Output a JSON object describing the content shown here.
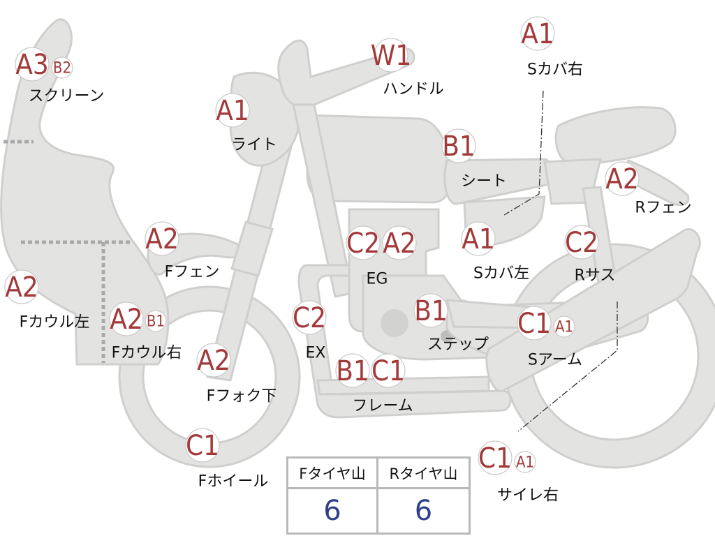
{
  "parts": [
    {
      "id": "screen",
      "label": "スクリーン",
      "badges": [
        "A3",
        "B2"
      ]
    },
    {
      "id": "light",
      "label": "ライト",
      "badges": [
        "A1"
      ]
    },
    {
      "id": "handle",
      "label": "ハンドル",
      "badges": [
        "W1"
      ]
    },
    {
      "id": "scover-right",
      "label": "Sカバ右",
      "badges": [
        "A1"
      ]
    },
    {
      "id": "seat",
      "label": "シート",
      "badges": [
        "B1"
      ]
    },
    {
      "id": "rfender",
      "label": "Rフェン",
      "badges": [
        "A2"
      ]
    },
    {
      "id": "ffender",
      "label": "Fフェン",
      "badges": [
        "A2"
      ]
    },
    {
      "id": "engine",
      "label": "EG",
      "badges": [
        "C2",
        "A2"
      ]
    },
    {
      "id": "scover-left",
      "label": "Sカバ左",
      "badges": [
        "A1"
      ]
    },
    {
      "id": "rsus",
      "label": "Rサス",
      "badges": [
        "C2"
      ]
    },
    {
      "id": "fcowl-left",
      "label": "Fカウル左",
      "badges": [
        "A2"
      ]
    },
    {
      "id": "fcowl-right",
      "label": "Fカウル右",
      "badges": [
        "A2",
        "B1"
      ]
    },
    {
      "id": "exhaust",
      "label": "EX",
      "badges": [
        "C2"
      ]
    },
    {
      "id": "step",
      "label": "ステップ",
      "badges": [
        "B1"
      ]
    },
    {
      "id": "sarm",
      "label": "Sアーム",
      "badges": [
        "C1",
        "A1"
      ]
    },
    {
      "id": "ffork",
      "label": "Fフォク下",
      "badges": [
        "A2"
      ]
    },
    {
      "id": "frame",
      "label": "フレーム",
      "badges": [
        "B1",
        "C1"
      ]
    },
    {
      "id": "fwheel",
      "label": "Fホイール",
      "badges": [
        "C1"
      ]
    },
    {
      "id": "silencer-right",
      "label": "サイレ右",
      "badges": [
        "C1",
        "A1"
      ]
    }
  ],
  "tires": {
    "front_label": "Fタイヤ山",
    "rear_label": "Rタイヤ山",
    "front_value": "6",
    "rear_value": "6"
  },
  "colors": {
    "badge_text": "#a23a3a",
    "tire_value": "#2f3f8c",
    "bike_fill": "#e3e3e1"
  }
}
